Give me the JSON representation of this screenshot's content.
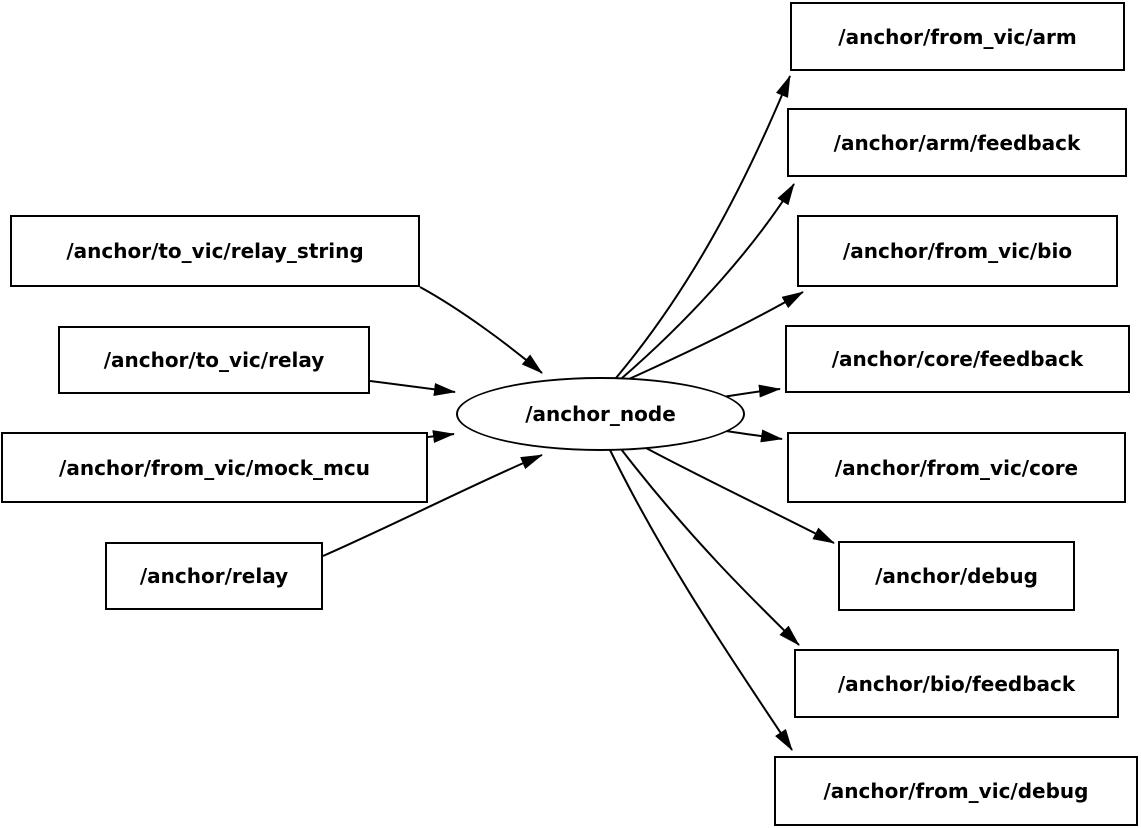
{
  "diagram": {
    "type": "ros-computation-graph",
    "colors": {
      "background": "#ffffff",
      "line": "#000000",
      "node_fill": "#ffffff",
      "text": "#000000"
    },
    "center_node": {
      "label": "/anchor_node",
      "shape": "ellipse"
    },
    "input_topics": [
      {
        "label": "/anchor/to_vic/relay_string"
      },
      {
        "label": "/anchor/to_vic/relay"
      },
      {
        "label": "/anchor/from_vic/mock_mcu"
      },
      {
        "label": "/anchor/relay"
      }
    ],
    "output_topics": [
      {
        "label": "/anchor/from_vic/arm"
      },
      {
        "label": "/anchor/arm/feedback"
      },
      {
        "label": "/anchor/from_vic/bio"
      },
      {
        "label": "/anchor/core/feedback"
      },
      {
        "label": "/anchor/from_vic/core"
      },
      {
        "label": "/anchor/debug"
      },
      {
        "label": "/anchor/bio/feedback"
      },
      {
        "label": "/anchor/from_vic/debug"
      }
    ],
    "edges": [
      {
        "from": "/anchor/to_vic/relay_string",
        "to": "/anchor_node"
      },
      {
        "from": "/anchor/to_vic/relay",
        "to": "/anchor_node"
      },
      {
        "from": "/anchor/from_vic/mock_mcu",
        "to": "/anchor_node"
      },
      {
        "from": "/anchor/relay",
        "to": "/anchor_node"
      },
      {
        "from": "/anchor_node",
        "to": "/anchor/from_vic/arm"
      },
      {
        "from": "/anchor_node",
        "to": "/anchor/arm/feedback"
      },
      {
        "from": "/anchor_node",
        "to": "/anchor/from_vic/bio"
      },
      {
        "from": "/anchor_node",
        "to": "/anchor/core/feedback"
      },
      {
        "from": "/anchor_node",
        "to": "/anchor/from_vic/core"
      },
      {
        "from": "/anchor_node",
        "to": "/anchor/debug"
      },
      {
        "from": "/anchor_node",
        "to": "/anchor/bio/feedback"
      },
      {
        "from": "/anchor_node",
        "to": "/anchor/from_vic/debug"
      }
    ]
  }
}
